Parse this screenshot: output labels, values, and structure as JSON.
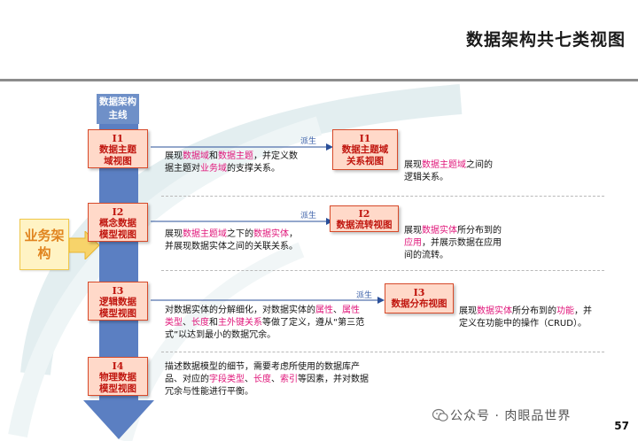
{
  "title": "数据架构共七类视图",
  "spine_label": "数据架构主线",
  "business_label": "业务架构",
  "derive_label": "派生",
  "rows": [
    {
      "main": {
        "code": "I1",
        "name": "数据主题域视图"
      },
      "desc": [
        {
          "t": "展现",
          "h": false
        },
        {
          "t": "数据域",
          "h": true
        },
        {
          "t": "和",
          "h": false
        },
        {
          "t": "数据主题",
          "h": true
        },
        {
          "t": "，并定义数据主题对",
          "h": false
        },
        {
          "t": "业务域",
          "h": true
        },
        {
          "t": "的支撑关系。",
          "h": false
        }
      ],
      "derived": {
        "code": "I1",
        "name": "数据主题域关系视图"
      },
      "derived_desc": [
        {
          "t": "展现",
          "h": false
        },
        {
          "t": "数据主题域",
          "h": true
        },
        {
          "t": "之间的逻辑关系。",
          "h": false
        }
      ]
    },
    {
      "main": {
        "code": "I2",
        "name": "概念数据模型视图"
      },
      "desc": [
        {
          "t": "展现",
          "h": false
        },
        {
          "t": "数据主题域",
          "h": true
        },
        {
          "t": "之下的",
          "h": false
        },
        {
          "t": "数据实体",
          "h": true
        },
        {
          "t": "，并展现数据实体之间的关联关系。",
          "h": false
        }
      ],
      "derived": {
        "code": "I2",
        "name": "数据流转视图"
      },
      "derived_desc": [
        {
          "t": "展现",
          "h": false
        },
        {
          "t": "数据实体",
          "h": true
        },
        {
          "t": "所分布到的",
          "h": false
        },
        {
          "t": "应用",
          "h": true
        },
        {
          "t": "，并展示数据在应用间的流转。",
          "h": false
        }
      ]
    },
    {
      "main": {
        "code": "I3",
        "name": "逻辑数据模型视图"
      },
      "desc": [
        {
          "t": "对数据实体的分解细化，对数据实体的",
          "h": false
        },
        {
          "t": "属性",
          "h": true
        },
        {
          "t": "、",
          "h": false
        },
        {
          "t": "属性类型",
          "h": true
        },
        {
          "t": "、",
          "h": false
        },
        {
          "t": "长度",
          "h": true
        },
        {
          "t": "和",
          "h": false
        },
        {
          "t": "主外键关系",
          "h": true
        },
        {
          "t": "等做了定义，遵从“第三范式”以达到最小的数据冗余。",
          "h": false
        }
      ],
      "derived": {
        "code": "I3",
        "name": "数据分布视图"
      },
      "derived_desc": [
        {
          "t": "展现",
          "h": false
        },
        {
          "t": "数据实体",
          "h": true
        },
        {
          "t": "所分布到的",
          "h": false
        },
        {
          "t": "功能",
          "h": true
        },
        {
          "t": "，并定义在功能中的操作（CRUD）。",
          "h": false
        }
      ]
    },
    {
      "main": {
        "code": "I4",
        "name": "物理数据模型视图"
      },
      "desc": [
        {
          "t": "描述数据模型的细节，需要考虑所使用的数据库产品、对应的",
          "h": false
        },
        {
          "t": "字段类型",
          "h": true
        },
        {
          "t": "、",
          "h": false
        },
        {
          "t": "长度",
          "h": true
        },
        {
          "t": "、",
          "h": false
        },
        {
          "t": "索引",
          "h": true
        },
        {
          "t": "等因素，并对数据冗余与性能进行平衡。",
          "h": false
        }
      ]
    }
  ],
  "watermark": "公众号 · 肉眼品世界",
  "page_number": "57",
  "colors": {
    "node_fill": "#ffd9c9",
    "node_border": "#d74a2a",
    "node_text": "#c0160f",
    "highlight": "#e0167a",
    "spine": "#5b7fc2",
    "derive": "#3a5fa8"
  }
}
